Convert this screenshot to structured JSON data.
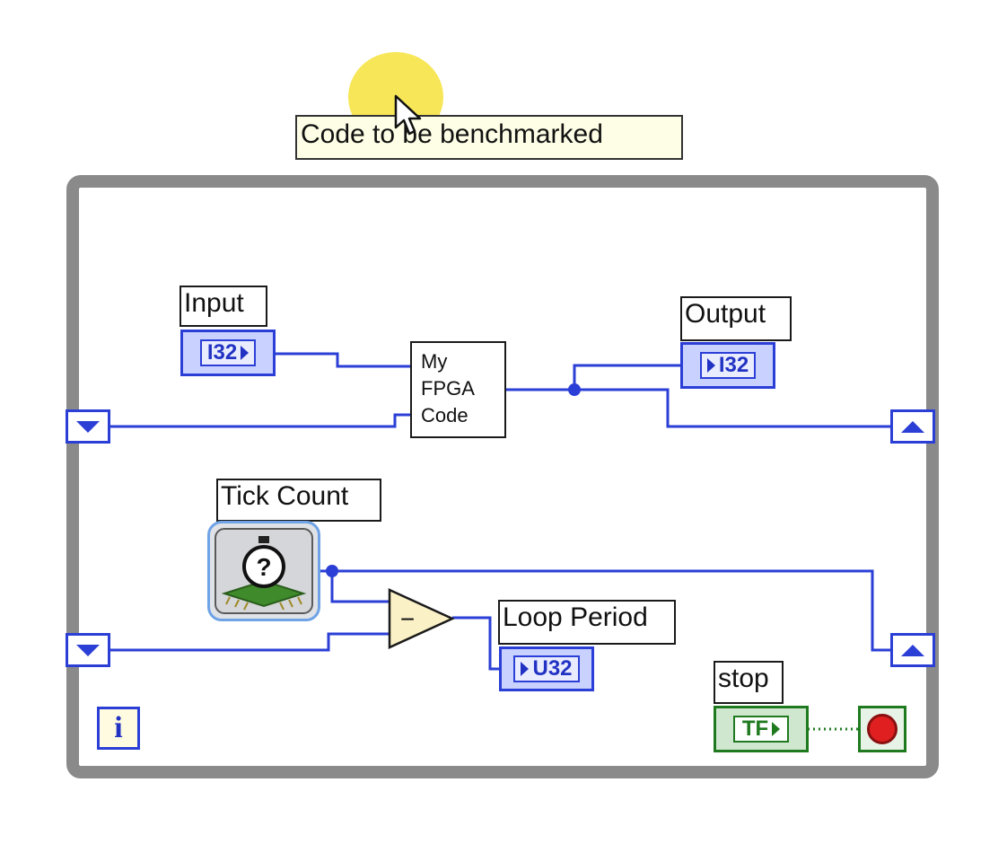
{
  "tooltip": {
    "text": "Code to be benchmarked"
  },
  "labels": {
    "input": "Input",
    "output": "Output",
    "tick_count": "Tick Count",
    "loop_period": "Loop Period",
    "stop": "stop"
  },
  "terminals": {
    "input_type": "I32",
    "output_type": "I32",
    "loop_period_type": "U32",
    "stop_type": "TF"
  },
  "subvi": {
    "line1": "My",
    "line2": "FPGA",
    "line3": "Code"
  },
  "subtract_symbol": "−",
  "tick_count_icon_symbol": "?",
  "iteration_terminal": "i",
  "icons": {
    "tick_count": "stopwatch-chip-icon",
    "subtract": "subtract-function-icon",
    "stop_button": "stop-button-icon",
    "shift_register_left": "down-arrow-icon",
    "shift_register_right": "up-arrow-icon",
    "cursor": "mouse-pointer-icon"
  },
  "colors": {
    "wire_numeric": "#2b3fd6",
    "wire_boolean": "#1f7a1f",
    "loop_frame": "#8a8a8a",
    "cursor_highlight": "#f6e23a",
    "subtract_fill": "#fbf1c7",
    "stop_red": "#e02020"
  }
}
